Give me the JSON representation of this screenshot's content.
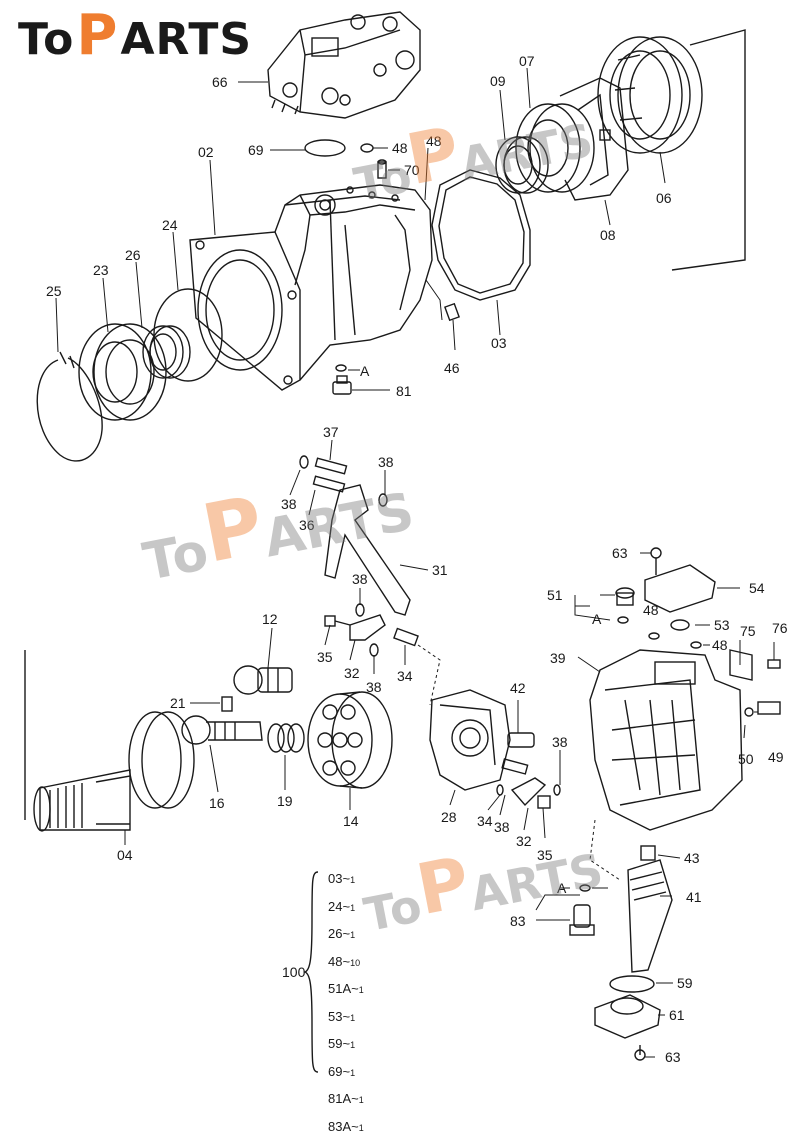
{
  "brand": {
    "to": "To",
    "p": "P",
    "arts": "ARTS"
  },
  "watermark": {
    "to": "To",
    "p": "P",
    "arts": "ARTS"
  },
  "callouts": [
    {
      "id": "c66",
      "text": "66"
    },
    {
      "id": "c69",
      "text": "69"
    },
    {
      "id": "c48a",
      "text": "48"
    },
    {
      "id": "c48b",
      "text": "48"
    },
    {
      "id": "c70",
      "text": "70"
    },
    {
      "id": "c02",
      "text": "02"
    },
    {
      "id": "c24",
      "text": "24"
    },
    {
      "id": "c26",
      "text": "26"
    },
    {
      "id": "c23",
      "text": "23"
    },
    {
      "id": "c25",
      "text": "25"
    },
    {
      "id": "c09",
      "text": "09"
    },
    {
      "id": "c07",
      "text": "07"
    },
    {
      "id": "c06",
      "text": "06"
    },
    {
      "id": "c08",
      "text": "08"
    },
    {
      "id": "c03",
      "text": "03"
    },
    {
      "id": "c46",
      "text": "46"
    },
    {
      "id": "c81",
      "text": "81"
    },
    {
      "id": "cAtop",
      "text": "A"
    },
    {
      "id": "c37",
      "text": "37"
    },
    {
      "id": "c38a",
      "text": "38"
    },
    {
      "id": "c38b",
      "text": "38"
    },
    {
      "id": "c36",
      "text": "36"
    },
    {
      "id": "c31",
      "text": "31"
    },
    {
      "id": "c38c",
      "text": "38"
    },
    {
      "id": "c12",
      "text": "12"
    },
    {
      "id": "c35a",
      "text": "35"
    },
    {
      "id": "c32a",
      "text": "32"
    },
    {
      "id": "c38d",
      "text": "38"
    },
    {
      "id": "c34a",
      "text": "34"
    },
    {
      "id": "c21",
      "text": "21"
    },
    {
      "id": "c16",
      "text": "16"
    },
    {
      "id": "c19",
      "text": "19"
    },
    {
      "id": "c14",
      "text": "14"
    },
    {
      "id": "c04",
      "text": "04"
    },
    {
      "id": "c28",
      "text": "28"
    },
    {
      "id": "c42",
      "text": "42"
    },
    {
      "id": "c38e",
      "text": "38"
    },
    {
      "id": "c34b",
      "text": "34"
    },
    {
      "id": "c38f",
      "text": "38"
    },
    {
      "id": "c32b",
      "text": "32"
    },
    {
      "id": "c35b",
      "text": "35"
    },
    {
      "id": "c63a",
      "text": "63"
    },
    {
      "id": "c54",
      "text": "54"
    },
    {
      "id": "c51",
      "text": "51"
    },
    {
      "id": "cAmid",
      "text": "A"
    },
    {
      "id": "c48c",
      "text": "48"
    },
    {
      "id": "c53",
      "text": "53"
    },
    {
      "id": "c48d",
      "text": "48"
    },
    {
      "id": "c75",
      "text": "75"
    },
    {
      "id": "c76",
      "text": "76"
    },
    {
      "id": "c39",
      "text": "39"
    },
    {
      "id": "c49",
      "text": "49"
    },
    {
      "id": "c50",
      "text": "50"
    },
    {
      "id": "c43",
      "text": "43"
    },
    {
      "id": "cAbot",
      "text": "A"
    },
    {
      "id": "c41",
      "text": "41"
    },
    {
      "id": "c83",
      "text": "83"
    },
    {
      "id": "c59",
      "text": "59"
    },
    {
      "id": "c61",
      "text": "61"
    },
    {
      "id": "c63b",
      "text": "63"
    }
  ],
  "kit": {
    "label": "100",
    "items": [
      {
        "part": "03",
        "qty": "1"
      },
      {
        "part": "24",
        "qty": "1"
      },
      {
        "part": "26",
        "qty": "1"
      },
      {
        "part": "48",
        "qty": "10"
      },
      {
        "part": "51A",
        "qty": "1"
      },
      {
        "part": "53",
        "qty": "1"
      },
      {
        "part": "59",
        "qty": "1"
      },
      {
        "part": "69",
        "qty": "1"
      },
      {
        "part": "81A",
        "qty": "1"
      },
      {
        "part": "83A",
        "qty": "1"
      }
    ]
  },
  "colors": {
    "line": "#1a1a1a",
    "brand_orange": "#ef7d2f",
    "watermark_gray": "#7b7b7b"
  }
}
